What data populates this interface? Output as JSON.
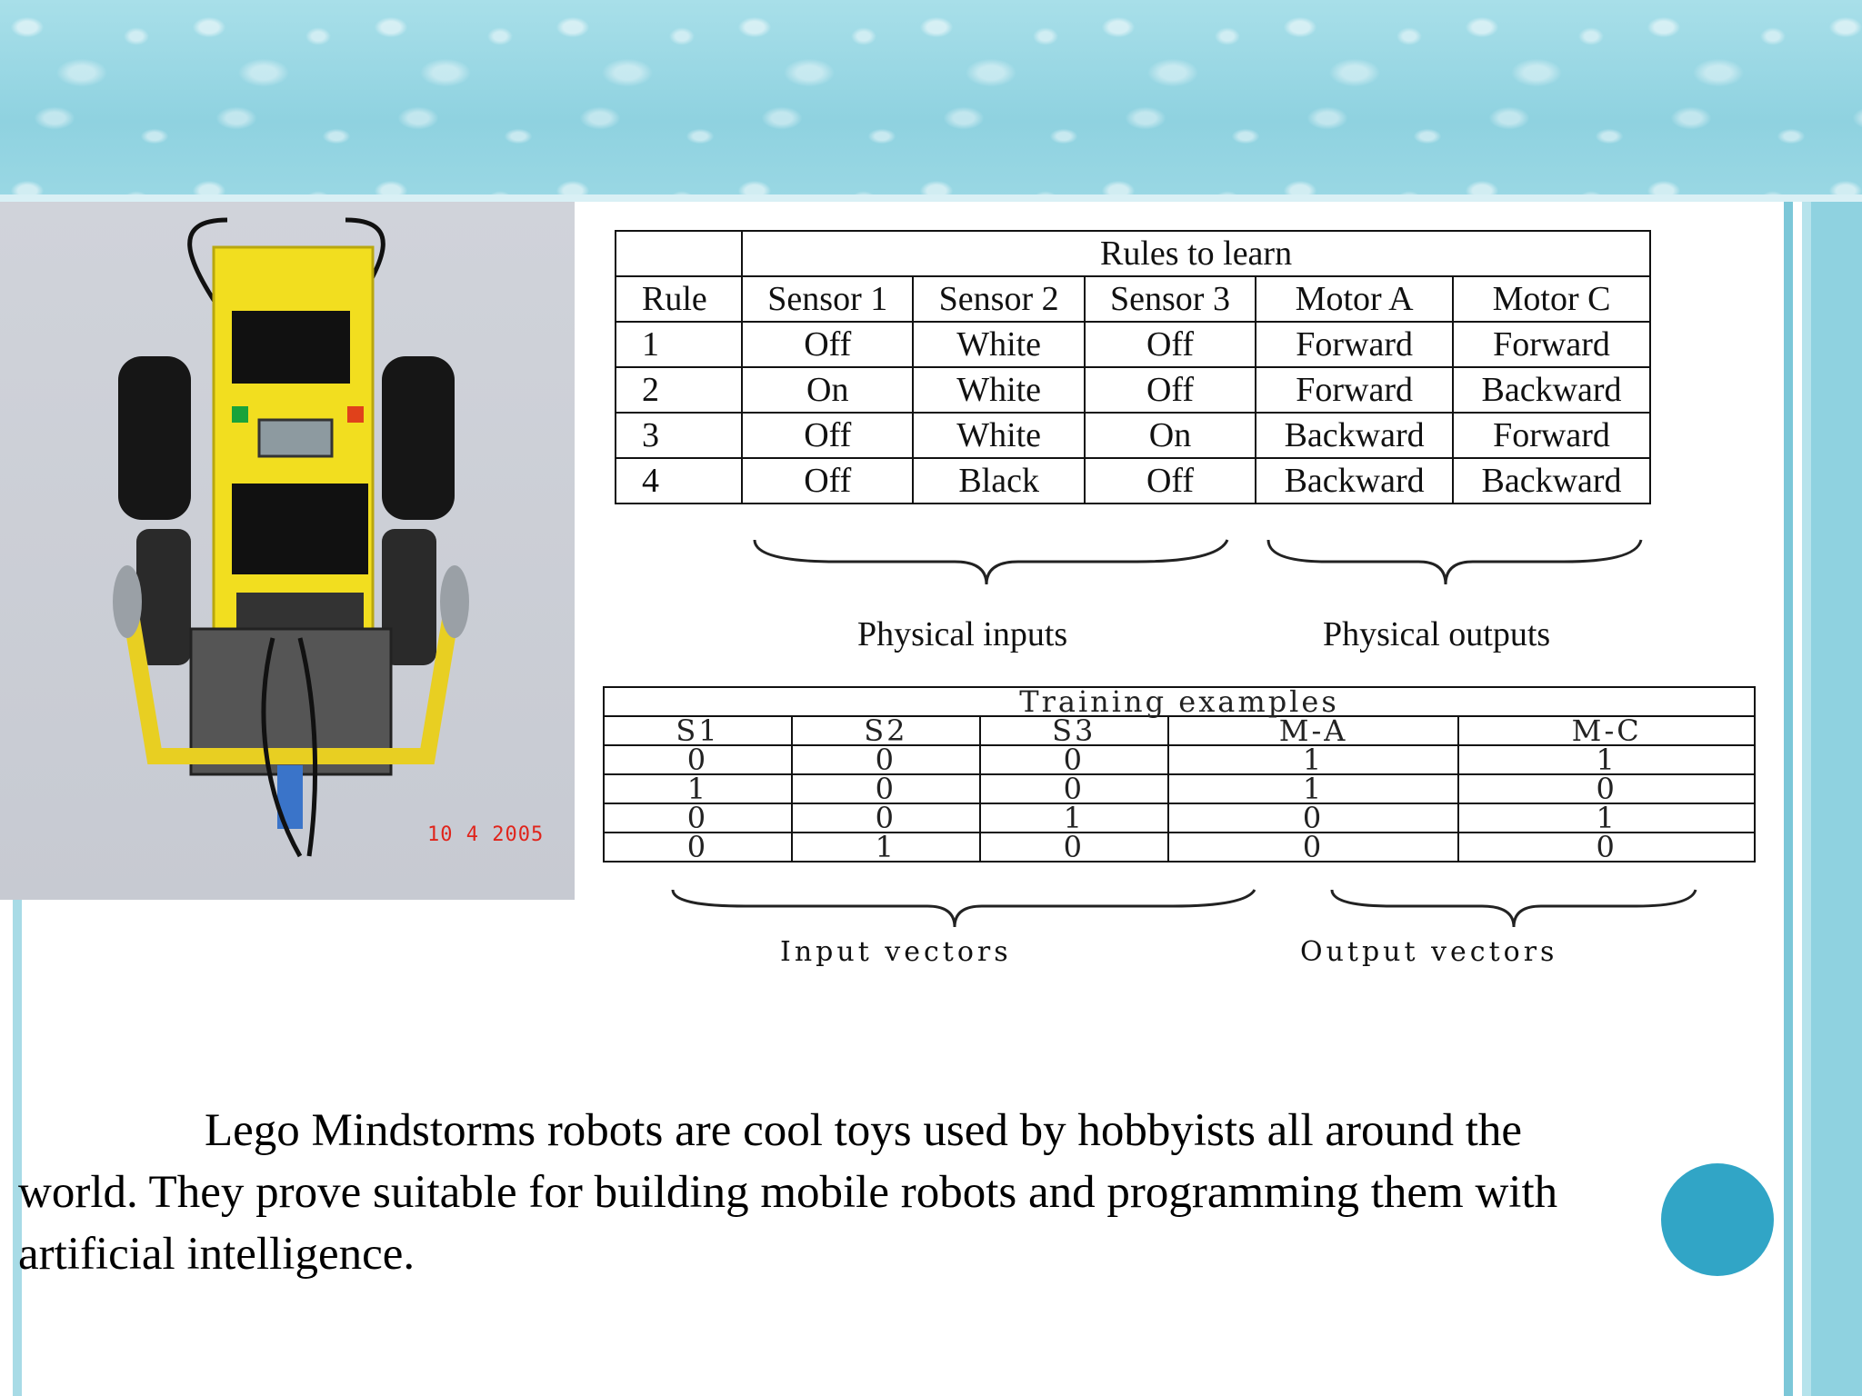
{
  "rules_table": {
    "caption": "Rules to learn",
    "headers": [
      "Rule",
      "Sensor 1",
      "Sensor 2",
      "Sensor 3",
      "Motor A",
      "Motor C"
    ],
    "rows": [
      [
        "1",
        "Off",
        "White",
        "Off",
        "Forward",
        "Forward"
      ],
      [
        "2",
        "On",
        "White",
        "Off",
        "Forward",
        "Backward"
      ],
      [
        "3",
        "Off",
        "White",
        "On",
        "Backward",
        "Forward"
      ],
      [
        "4",
        "Off",
        "Black",
        "Off",
        "Backward",
        "Backward"
      ]
    ]
  },
  "rules_labels": {
    "inputs": "Physical inputs",
    "outputs": "Physical outputs"
  },
  "training_table": {
    "caption": "Training examples",
    "headers": [
      "S1",
      "S2",
      "S3",
      "M-A",
      "M-C"
    ],
    "rows": [
      [
        "0",
        "0",
        "0",
        "1",
        "1"
      ],
      [
        "1",
        "0",
        "0",
        "1",
        "0"
      ],
      [
        "0",
        "0",
        "1",
        "0",
        "1"
      ],
      [
        "0",
        "1",
        "0",
        "0",
        "0"
      ]
    ]
  },
  "training_labels": {
    "inputs": "Input vectors",
    "outputs": "Output vectors"
  },
  "photo": {
    "date_stamp": "10 4 2005"
  },
  "caption": "Lego Mindstorms robots are cool toys used by hobbyists all around the world. They prove suitable for building mobile robots and  programming them with artificial intelligence.",
  "colors": {
    "accent": "#31a5c6",
    "banner": "#8fd2e0",
    "robot": "#f2de1f"
  }
}
